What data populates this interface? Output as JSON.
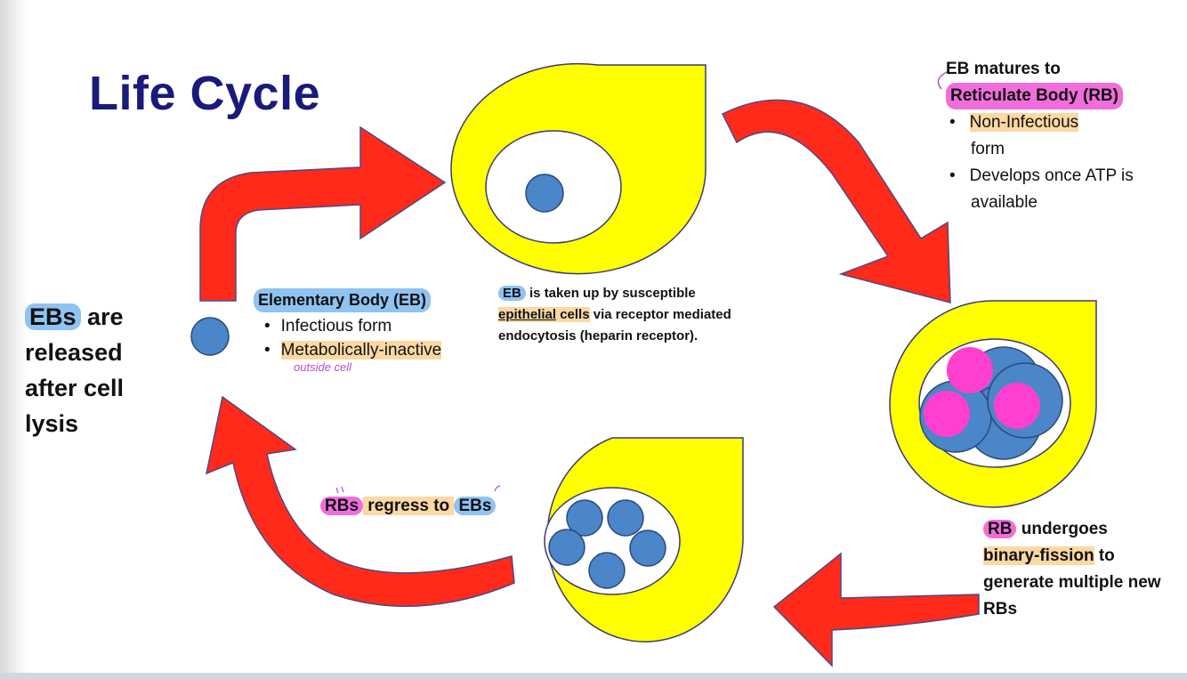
{
  "slide": {
    "title": "Life Cycle"
  },
  "released": {
    "eb": "EBs",
    "rest1": " are",
    "line2": "released",
    "line3": "after cell",
    "line4": "lysis"
  },
  "elementary_body": {
    "heading": "Elementary Body (EB)",
    "bullet1": "Infectious form",
    "bullet2": "Metabolically-inactive",
    "note": "outside cell"
  },
  "uptake": {
    "eb": "EB",
    "text1": " is taken up by susceptible",
    "epithelial": "epithelial",
    "cells": " cells",
    "text2": " via receptor mediated endocytosis (heparin receptor)."
  },
  "reticulate_body": {
    "heading1": "EB matures to",
    "heading2": "Reticulate Body (RB)",
    "bullet1a": "Non-Infectious",
    "bullet1b": "form",
    "bullet2": "Develops once ATP is available"
  },
  "fission": {
    "rb": "RB",
    "text1": " undergoes",
    "binary": "binary-fission",
    "text2": " to",
    "text3": "generate multiple new RBs"
  },
  "regress": {
    "rbs": "RBs",
    "mid": " regress to ",
    "ebs": "EBs"
  },
  "colors": {
    "cell_fill": "#ffff00",
    "arrow_fill": "#ff2a1a",
    "body_fill": "#4a86c8",
    "rb_core": "#ff3fd0",
    "title_color": "#1a1a7a"
  }
}
